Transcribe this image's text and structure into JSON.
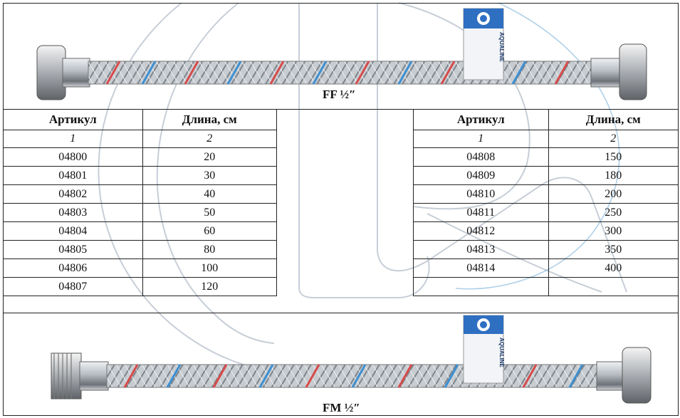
{
  "products": [
    {
      "caption": "FF ½″",
      "brand": "AQUALINE"
    },
    {
      "caption": "FM ½″",
      "brand": "AQUALINE"
    }
  ],
  "table_left": {
    "headers": [
      "Артикул",
      "Длина, см"
    ],
    "col_index": [
      "1",
      "2"
    ],
    "rows": [
      [
        "04800",
        "20"
      ],
      [
        "04801",
        "30"
      ],
      [
        "04802",
        "40"
      ],
      [
        "04803",
        "50"
      ],
      [
        "04804",
        "60"
      ],
      [
        "04805",
        "80"
      ],
      [
        "04806",
        "100"
      ],
      [
        "04807",
        "120"
      ]
    ]
  },
  "table_right": {
    "headers": [
      "Артикул",
      "Длина, см"
    ],
    "col_index": [
      "1",
      "2"
    ],
    "rows": [
      [
        "04808",
        "150"
      ],
      [
        "04809",
        "180"
      ],
      [
        "04810",
        "200"
      ],
      [
        "04811",
        "250"
      ],
      [
        "04812",
        "300"
      ],
      [
        "04813",
        "350"
      ],
      [
        "04814",
        "400"
      ],
      [
        "",
        ""
      ]
    ]
  }
}
